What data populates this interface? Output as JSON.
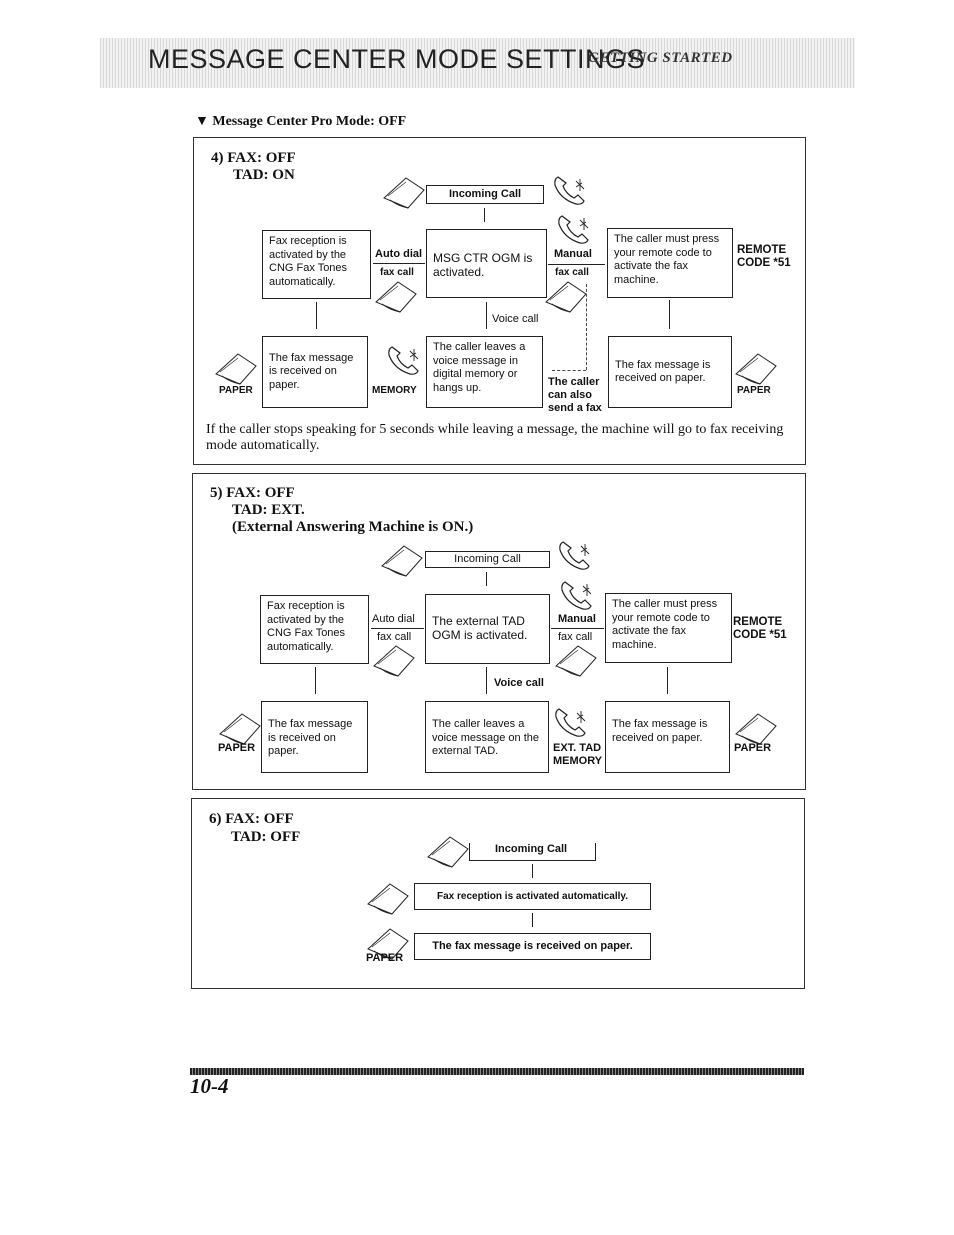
{
  "header": {
    "title": "MESSAGE CENTER MODE SETTINGS",
    "subtitle": "GETTING STARTED"
  },
  "section_title": "▼ Message Center Pro Mode: OFF",
  "panel4": {
    "title_line1": "4) FAX: OFF",
    "title_line2": "TAD: ON",
    "incoming_call": "Incoming Call",
    "fax_auto": "Fax reception is activated by the CNG Fax Tones automatically.",
    "auto_dial": "Auto dial",
    "fax_call_left": "fax call",
    "center_box": "MSG CTR OGM is activated.",
    "manual": "Manual",
    "fax_call_right": "fax call",
    "remote_box": "The caller must press your remote code to activate the fax machine.",
    "remote_code": "REMOTE CODE *51",
    "voice_call": "Voice call",
    "fax_received_left": "The fax message is received on paper.",
    "paper_left": "PAPER",
    "memory": "MEMORY",
    "caller_leaves": "The caller leaves a voice message in digital memory or hangs up.",
    "caller_can_send": "The caller can also send a fax",
    "fax_received_right": "The fax message is received on paper.",
    "paper_right": "PAPER",
    "note": "If the caller stops speaking for 5 seconds while leaving a message, the machine will go to fax receiving mode automatically."
  },
  "panel5": {
    "title_line1": "5) FAX: OFF",
    "title_line2": "TAD: EXT.",
    "title_line3": "(External Answering Machine is ON.)",
    "incoming_call": "Incoming Call",
    "fax_auto": "Fax reception is activated by the CNG Fax Tones automatically.",
    "auto_dial": "Auto dial",
    "fax_call_left": "fax call",
    "center_box": "The external TAD OGM is activated.",
    "manual": "Manual",
    "fax_call_right": "fax call",
    "remote_box": "The caller must press your remote code to activate the fax machine.",
    "remote_code": "REMOTE CODE *51",
    "voice_call": "Voice call",
    "fax_received_left": "The fax message is received on paper.",
    "paper_left": "PAPER",
    "caller_leaves": "The caller leaves a voice message on the external TAD.",
    "ext_tad_memory": "EXT. TAD MEMORY",
    "fax_received_right": "The fax message is received on paper.",
    "paper_right": "PAPER"
  },
  "panel6": {
    "title_line1": "6) FAX: OFF",
    "title_line2": "TAD: OFF",
    "incoming_call": "Incoming Call",
    "fax_auto": "Fax reception is activated automatically.",
    "fax_received": "The fax message is received on paper.",
    "paper": "PAPER"
  },
  "footer": {
    "page_number": "10-4"
  }
}
